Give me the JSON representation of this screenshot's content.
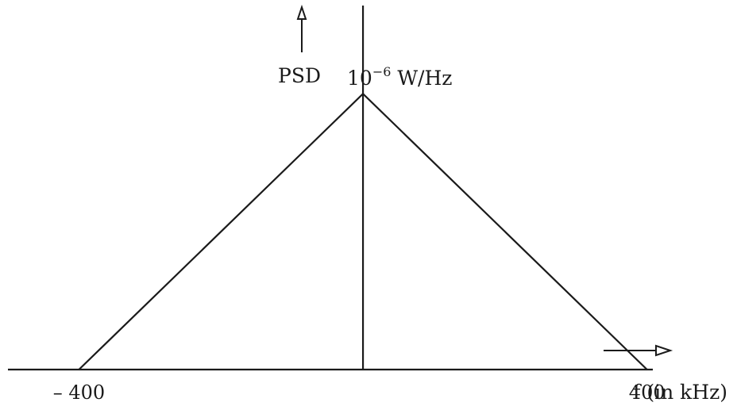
{
  "chart_data": {
    "type": "line",
    "title": "",
    "ylabel": "PSD",
    "xlabel": "f (in kHz)",
    "peak_label": {
      "base": "10",
      "exponent": "−6",
      "unit": " W/Hz"
    },
    "x": [
      -400,
      0,
      400
    ],
    "values": [
      0,
      1,
      0
    ],
    "xlim": [
      -500,
      520
    ],
    "ylim": [
      0,
      1.32
    ],
    "x_tick_values": [
      -400,
      400
    ],
    "x_tick_labels": [
      "– 400",
      "400"
    ],
    "grid": false,
    "line_color": "#1a1a1a"
  }
}
